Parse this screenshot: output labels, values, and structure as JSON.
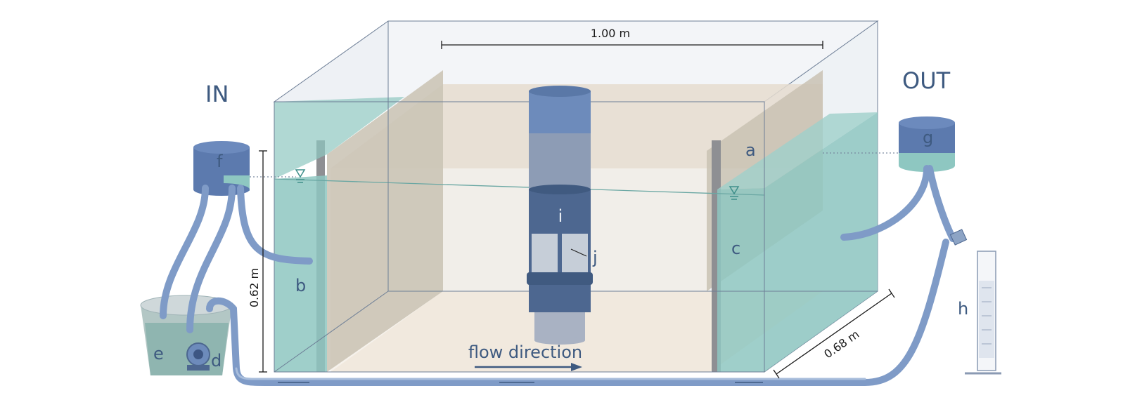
{
  "labels": {
    "inlet": "IN",
    "outlet": "OUT",
    "width": "1.00 m",
    "height": "0.62 m",
    "depth": "0.68 m",
    "flow": "flow direction"
  },
  "letters": {
    "a": "a",
    "b": "b",
    "c": "c",
    "d": "d",
    "e": "e",
    "f": "f",
    "g": "g",
    "h": "h",
    "i": "i",
    "j": "j"
  },
  "colors": {
    "water": "#8ec7c1",
    "sand": "#e9dfcf",
    "pipe": "#7f9bc7",
    "tank": "#4e6b99",
    "text": "#3e5a80"
  }
}
